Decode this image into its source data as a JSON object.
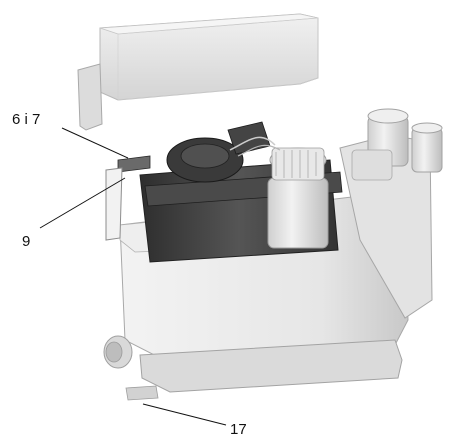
{
  "callouts": {
    "label_6i7": "6 i 7",
    "label_9": "9",
    "label_17": "17"
  },
  "colors": {
    "housing": "#e9e9e9",
    "housing_shadow": "#c9c9c9",
    "lid": "#e4e4e4",
    "motor_dark": "#3c3c3c",
    "motor_mid": "#5a5a5a",
    "leader_line": "#111111"
  }
}
